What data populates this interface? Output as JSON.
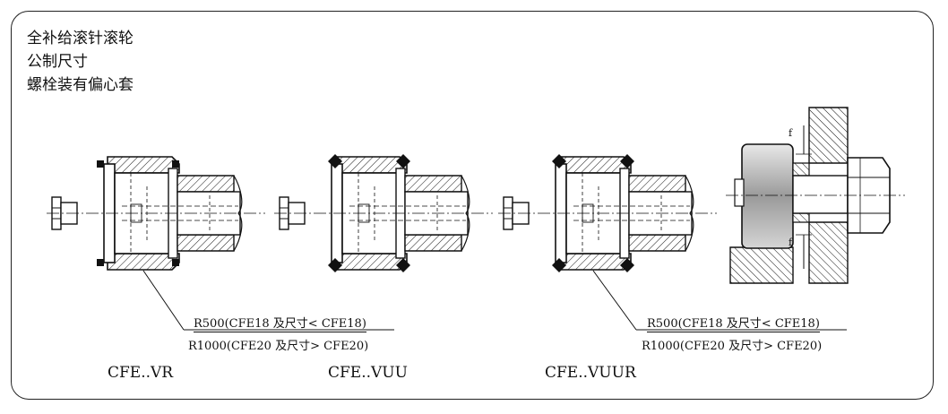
{
  "title": {
    "line1": "全补给滚针滚轮",
    "line2": "公制尺寸",
    "line3": "螺栓装有偏心套"
  },
  "radius_note_left": {
    "line1": "R500(CFE18 及尺寸< CFE18)",
    "line2": "R1000(CFE20 及尺寸> CFE20)"
  },
  "radius_note_right": {
    "line1": "R500(CFE18 及尺寸< CFE18)",
    "line2": "R1000(CFE20 及尺寸> CFE20)"
  },
  "variants": [
    {
      "label": "CFE..VR"
    },
    {
      "label": "CFE..VUU"
    },
    {
      "label": "CFE..VUUR"
    }
  ],
  "mounting_marks": {
    "top": "f",
    "bottom": "f"
  },
  "colors": {
    "line": "#111111",
    "background": "#ffffff",
    "roller_fill": "#c8c8c8"
  }
}
